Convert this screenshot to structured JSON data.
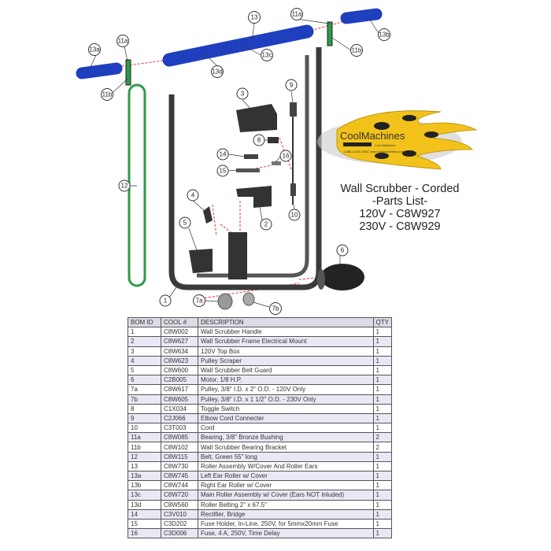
{
  "logo": {
    "brand": "CoolMachines",
    "tagline": "Cool Machines",
    "phone_web": "1-888-COOL-MAC  www.coolmachines.com"
  },
  "title": {
    "line1": "Wall Scrubber - Corded",
    "line2": "-Parts List-",
    "line3": "120V - C8W927",
    "line4": "230V - C8W929"
  },
  "callouts": {
    "c13": "13",
    "c11a_r": "11a",
    "c13b": "13b",
    "c13a": "13a",
    "c11a_l": "11a",
    "c11b_r": "11b",
    "c13c": "13c",
    "c13d": "13d",
    "c11b_l": "11b",
    "c3": "3",
    "c9": "9",
    "c8": "8",
    "c14": "14",
    "c16": "16",
    "c15": "15",
    "c12": "12",
    "c4": "4",
    "c2": "2",
    "c10": "10",
    "c5": "5",
    "c6": "6",
    "c1": "1",
    "c7a": "7a",
    "c7b": "7b"
  },
  "colors": {
    "roller": "#1f3fbf",
    "belt": "#2e9a4a",
    "frame": "#3a3a3a",
    "leader": "#e33",
    "logo": "#f2c21b"
  },
  "table": {
    "headers": [
      "BOM ID",
      "COOL #",
      "DESCRIPTION",
      "QTY"
    ],
    "rows": [
      [
        "1",
        "C8W002",
        "Wall Scrubber Handle",
        "1"
      ],
      [
        "2",
        "C8W627",
        "Wall Scrubber Frame Electrical Mount",
        "1"
      ],
      [
        "3",
        "C8W634",
        "120V Top Box",
        "1"
      ],
      [
        "4",
        "C8W623",
        "Pulley Scraper",
        "1"
      ],
      [
        "5",
        "C8W600",
        "Wall Scrubber Belt Guard",
        "1"
      ],
      [
        "6",
        "C2B005",
        "Motor, 1/8 H.P.",
        "1"
      ],
      [
        "7a",
        "C8W617",
        "Pulley, 3/8\" I.D. x 2\" O.D. - 120V Only",
        "1"
      ],
      [
        "7b",
        "C8W605",
        "Pulley, 3/8\" I.D. x 1 1/2\" O.D. - 230V Only",
        "1"
      ],
      [
        "8",
        "C1X034",
        "Toggle Switch",
        "1"
      ],
      [
        "9",
        "C2J066",
        "Elbow Cord Connecter",
        "1"
      ],
      [
        "10",
        "C3T003",
        "Cord",
        "1"
      ],
      [
        "11a",
        "C8W085",
        "Bearing, 3/8\" Bronze Bushing",
        "2"
      ],
      [
        "11b",
        "C8W102",
        "Wall Scrubber Bearing Bracket",
        "2"
      ],
      [
        "12",
        "C8W115",
        "Belt, Green 55\" long",
        "1"
      ],
      [
        "13",
        "C8W730",
        "Roller Assembly W/Cover And Roller Ears",
        "1"
      ],
      [
        "13a",
        "C8W745",
        "Left Ear Roller w/ Cover",
        "1"
      ],
      [
        "13b",
        "C8W744",
        "Right Ear Roller w/ Cover",
        "1"
      ],
      [
        "13c",
        "C8W720",
        "Main Roller Assembly w/ Cover (Ears NOT Inluded)",
        "1"
      ],
      [
        "13d",
        "C8W560",
        "Roller Belting 2\" x 67.5\"",
        "1"
      ],
      [
        "14",
        "C3V010",
        "Rectifier, Bridge",
        "1"
      ],
      [
        "15",
        "C3D202",
        "Fuse Holder, In-Line, 250V, for 5mmx20mm Fuse",
        "1"
      ],
      [
        "16",
        "C3D006",
        "Fuse, 4 A, 250V, Time Delay",
        "1"
      ]
    ]
  }
}
